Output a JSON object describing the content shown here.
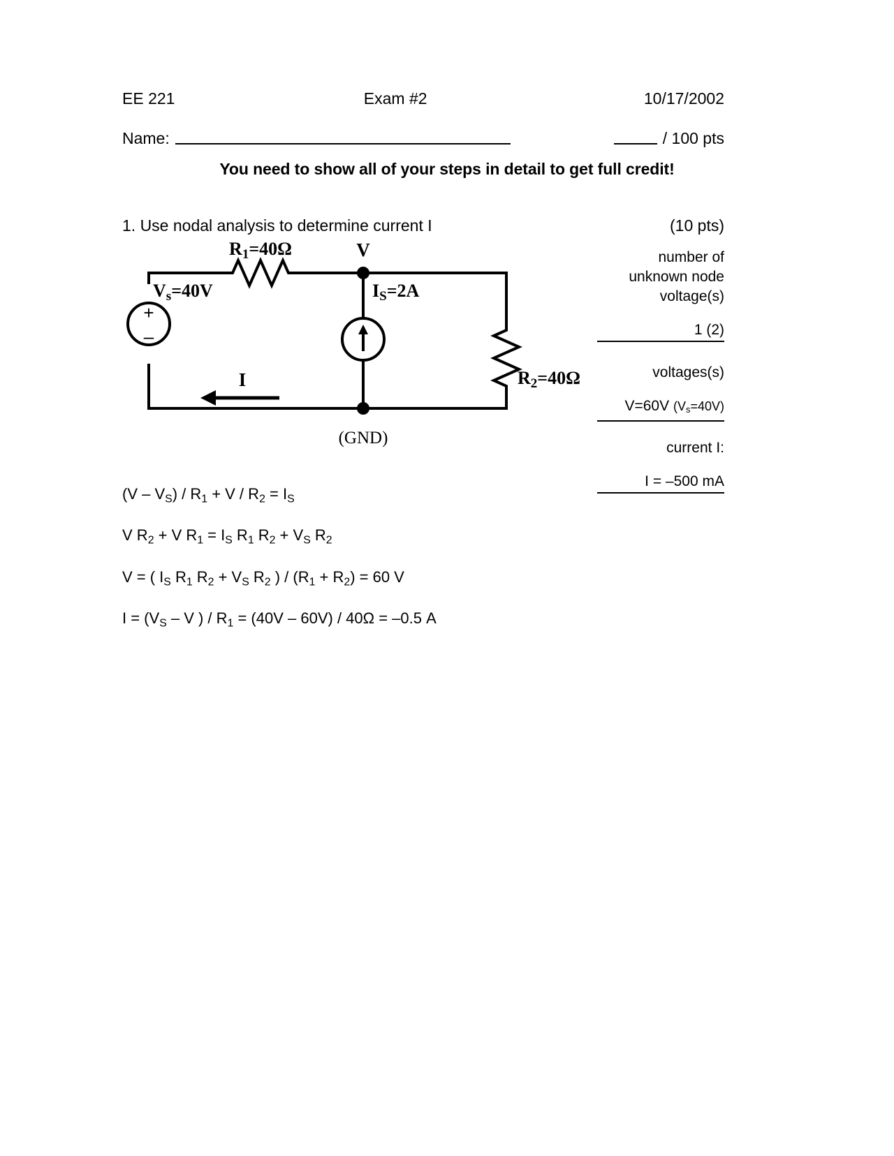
{
  "header": {
    "course": "EE 221",
    "exam_title": "Exam #2",
    "date": "10/17/2002",
    "name_label": "Name:",
    "points_total": "/ 100 pts"
  },
  "instruction": "You need to show all of your steps in detail to get full credit!",
  "question": {
    "text": "1. Use nodal analysis to determine current I",
    "points": "(10 pts)"
  },
  "answer_panel": {
    "caption_1_line_1": "number of",
    "caption_1_line_2": "unknown node",
    "caption_1_line_3": "voltage(s)",
    "answer_1": "1  (2) ",
    "caption_2": "voltages(s)",
    "answer_2_main": "V=60V",
    "answer_2_note": "(V",
    "answer_2_note_sub": "s",
    "answer_2_note_tail": "=40V)",
    "caption_3": "current I:",
    "answer_3": "I  =  –500 mA"
  },
  "circuit": {
    "r1_label": "R",
    "r1_sub": "1",
    "r1_value": "=40Ω",
    "r2_label": "R",
    "r2_sub": "2",
    "r2_value": "=40Ω",
    "vs_label": "V",
    "vs_sub": "s",
    "vs_value": "=40V",
    "is_label": "I",
    "is_sub": "S",
    "is_value": "=2A",
    "node_label": "V",
    "current_label": "I",
    "ground_label": "(GND)",
    "source_plus": "+",
    "source_minus": "–"
  },
  "equations": [
    {
      "id": "eq-nodal",
      "parts": [
        {
          "t": "(V  –  V"
        },
        {
          "t": "S",
          "sub": true
        },
        {
          "t": ") / R"
        },
        {
          "t": "1",
          "sub": true
        },
        {
          "t": "  +  V / R"
        },
        {
          "t": "2",
          "sub": true
        },
        {
          "t": "  =  I"
        },
        {
          "t": "S",
          "sub": true
        }
      ]
    },
    {
      "id": "eq-expanded",
      "parts": [
        {
          "t": "V R"
        },
        {
          "t": "2",
          "sub": true
        },
        {
          "t": " + V R"
        },
        {
          "t": "1",
          "sub": true
        },
        {
          "t": "  =  I"
        },
        {
          "t": "S",
          "sub": true
        },
        {
          "t": " R"
        },
        {
          "t": "1",
          "sub": true
        },
        {
          "t": " R"
        },
        {
          "t": "2",
          "sub": true
        },
        {
          "t": " + V"
        },
        {
          "t": "S",
          "sub": true
        },
        {
          "t": " R"
        },
        {
          "t": "2",
          "sub": true
        }
      ]
    },
    {
      "id": "eq-solve-v",
      "parts": [
        {
          "t": "V  =  ( I"
        },
        {
          "t": "S",
          "sub": true
        },
        {
          "t": " R"
        },
        {
          "t": "1",
          "sub": true
        },
        {
          "t": " R"
        },
        {
          "t": "2",
          "sub": true
        },
        {
          "t": " + V"
        },
        {
          "t": "S",
          "sub": true
        },
        {
          "t": " R"
        },
        {
          "t": "2",
          "sub": true
        },
        {
          "t": " ) / (R"
        },
        {
          "t": "1",
          "sub": true
        },
        {
          "t": " + R"
        },
        {
          "t": "2",
          "sub": true
        },
        {
          "t": ")  =  60 V"
        }
      ]
    },
    {
      "id": "eq-solve-i",
      "parts": [
        {
          "t": "I  =  (V"
        },
        {
          "t": "S",
          "sub": true
        },
        {
          "t": "  –  V ) / R"
        },
        {
          "t": "1",
          "sub": true
        },
        {
          "t": "  =  (40V – 60V) / 40Ω  =  –0.5 A"
        }
      ]
    }
  ]
}
